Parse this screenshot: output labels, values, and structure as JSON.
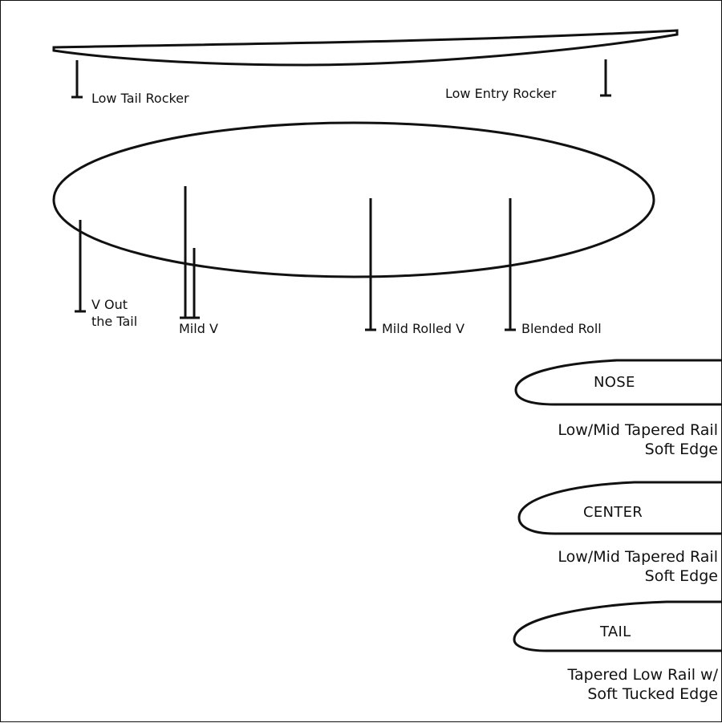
{
  "rocker": {
    "tail_label": "Low Tail Rocker",
    "entry_label": "Low Entry Rocker"
  },
  "bottom": {
    "v_out_line1": "V Out",
    "v_out_line2": "the Tail",
    "mild_v": "Mild V",
    "mild_rolled_v": "Mild Rolled V",
    "blended_roll": "Blended Roll"
  },
  "rails": [
    {
      "title": "NOSE",
      "desc_line1": "Low/Mid Tapered Rail",
      "desc_line2": "Soft Edge"
    },
    {
      "title": "CENTER",
      "desc_line1": "Low/Mid Tapered Rail",
      "desc_line2": "Soft Edge"
    },
    {
      "title": "TAIL",
      "desc_line1": "Tapered Low Rail w/",
      "desc_line2": "Soft Tucked Edge"
    }
  ],
  "colors": {
    "ink": "#111111",
    "background": "#ffffff"
  }
}
